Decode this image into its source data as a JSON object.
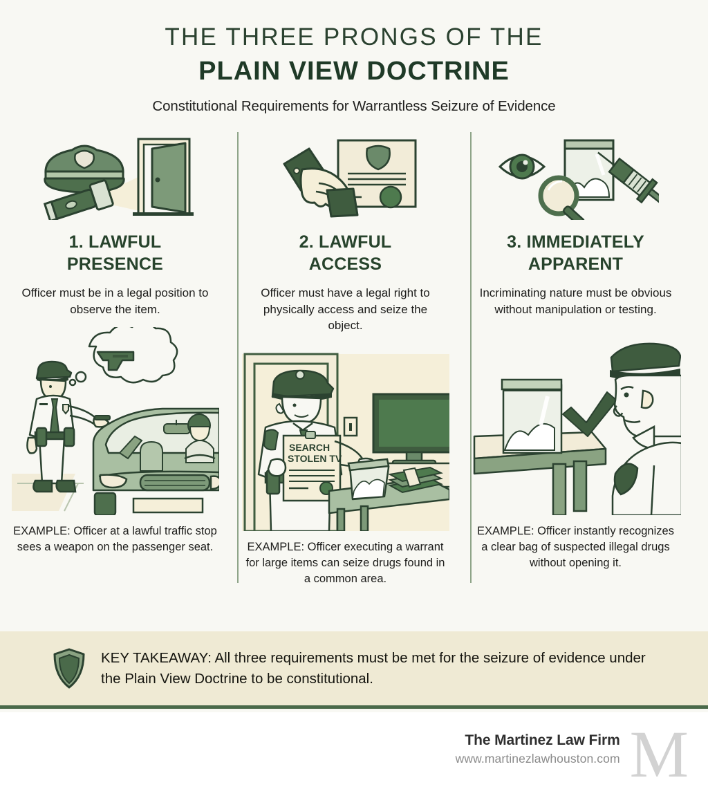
{
  "header": {
    "title_line1": "THE THREE PRONGS OF THE",
    "title_line2": "PLAIN VIEW DOCTRINE",
    "subtitle": "Constitutional Requirements for Warrantless Seizure of Evidence"
  },
  "colors": {
    "background": "#f8f8f3",
    "dark_green": "#27432c",
    "mid_green": "#4a6a4a",
    "sage_green": "#8fa589",
    "pale_green": "#b8c9b0",
    "cream": "#efead4",
    "paper": "#f2ecd8",
    "divider": "#8fa589",
    "body_text": "#1d1d1b",
    "footer_name": "#2f2f2f",
    "footer_url": "#8b8b8b",
    "monogram": "#d2d2d2"
  },
  "columns": [
    {
      "number": "1.",
      "title": "1. LAWFUL\nPRESENCE",
      "title_line1": "1. LAWFUL",
      "title_line2": "PRESENCE",
      "description": "Officer must be in a legal position to observe the item.",
      "top_icon": "police-cap-flashlight-open-door-icon",
      "scene_icon": "officer-at-traffic-stop-scene",
      "scene_labels": [],
      "example": "EXAMPLE: Officer at a lawful traffic stop sees a weapon on the passenger seat."
    },
    {
      "number": "2.",
      "title": "2. LAWFUL\nACCESS",
      "title_line1": "2. LAWFUL",
      "title_line2": "ACCESS",
      "description": "Officer must have a legal right to physically access and seize the object.",
      "top_icon": "hand-with-warrant-document-icon",
      "scene_icon": "officer-executing-warrant-scene",
      "scene_labels": [
        "SEARCH",
        "STOLEN TV"
      ],
      "example": "EXAMPLE: Officer executing a warrant for large items can seize drugs found in a common area."
    },
    {
      "number": "3.",
      "title": "3. IMMEDIATELY\nAPPARENT",
      "title_line1": "3. IMMEDIATELY",
      "title_line2": "APPARENT",
      "description": "Incriminating nature must be obvious without manipulation or testing.",
      "top_icon": "eye-magnifier-drug-bag-syringe-icon",
      "scene_icon": "officer-recognizing-drug-bag-scene",
      "scene_labels": [],
      "example": "EXAMPLE: Officer instantly recognizes a clear bag of suspected illegal drugs without opening it."
    }
  ],
  "takeaway": {
    "icon": "shield-icon",
    "text": "KEY TAKEAWAY: All three requirements must be met for the seizure of evidence under the Plain View Doctrine to be constitutional."
  },
  "footer": {
    "firm_name": "The Martinez Law Firm",
    "website": "www.martinezlawhouston.com",
    "monogram": "M"
  }
}
